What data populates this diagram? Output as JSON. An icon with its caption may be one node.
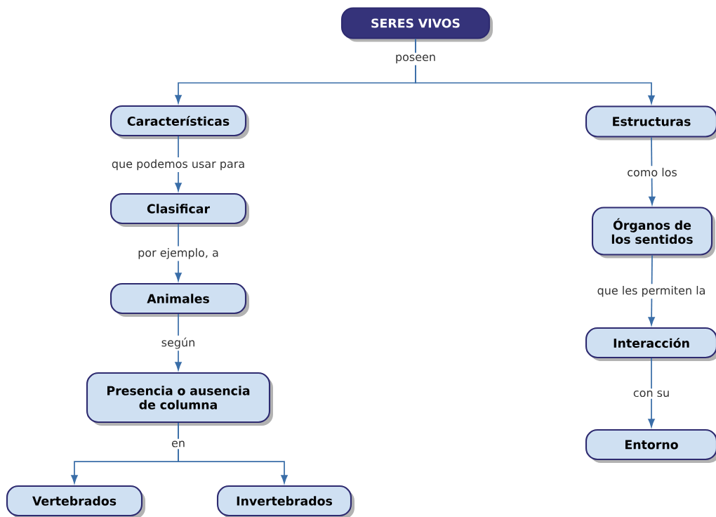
{
  "diagram": {
    "nodes": [
      {
        "text": [
          "SERES VIVOS"
        ]
      },
      {
        "text": [
          "Características"
        ]
      },
      {
        "text": [
          "Clasificar"
        ]
      },
      {
        "text": [
          "Animales"
        ]
      },
      {
        "text": [
          "Presencia o ausencia de columna"
        ]
      },
      {
        "text": [
          "Vertebrados"
        ]
      },
      {
        "text": [
          "Invertebrados"
        ]
      },
      {
        "text": [
          "Estructuras"
        ]
      },
      {
        "text": [
          "Órganos de los sentidos"
        ]
      },
      {
        "text": [
          "Interacción"
        ]
      },
      {
        "text": [
          "Entorno"
        ]
      }
    ],
    "edges": [
      {
        "from": 0,
        "to": 1,
        "arrow": "to",
        "label": "poseen"
      },
      {
        "from": 0,
        "to": 7,
        "arrow": "to"
      },
      {
        "from": 1,
        "to": 2,
        "arrow": "to",
        "label": "que podemos usar para"
      },
      {
        "from": 2,
        "to": 3,
        "arrow": "to",
        "label": "por ejemplo, a"
      },
      {
        "from": 3,
        "to": 4,
        "arrow": "to",
        "label": "según"
      },
      {
        "from": 4,
        "to": 5,
        "arrow": "to",
        "label": "en"
      },
      {
        "from": 4,
        "to": 6,
        "arrow": "to"
      },
      {
        "from": 7,
        "to": 8,
        "arrow": "to",
        "label": "como los"
      },
      {
        "from": 8,
        "to": 9,
        "arrow": "to",
        "label": "que les permiten la"
      },
      {
        "from": 9,
        "to": 10,
        "arrow": "to",
        "label": "con su"
      }
    ]
  }
}
